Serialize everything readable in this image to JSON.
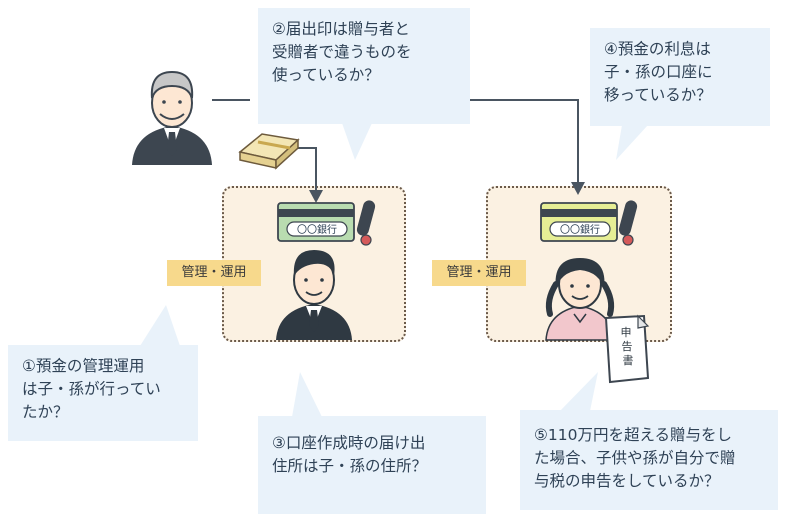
{
  "questions": {
    "q1": "①預金の管理運用\nは子・孫が行ってい\nたか？",
    "q2": "②届出印は贈与者と\n受贈者で違うものを\n使っているか？",
    "q3": "③口座作成時の届け出\n住所は子・孫の住所？",
    "q4": "④預金の利息は\n子・孫の口座に\n移っているか？",
    "q5": "⑤110万円を超える贈与をし\nた場合、子供や孫が自分で贈\n与税の申告をしているか？"
  },
  "tags": {
    "left": "管理・運用",
    "right": "管理・運用"
  },
  "bank_cards": {
    "left": "〇〇銀行",
    "right": "〇〇銀行"
  },
  "form": {
    "line1": "申",
    "line2": "告",
    "line3": "書"
  },
  "colors": {
    "bubble_bg": "#e9f2fa",
    "zone_bg": "#fbf1e2",
    "tag_bg": "#f7d98c",
    "card_left": "#b9dcb0",
    "card_right": "#e6ee95",
    "line": "#4a5561"
  }
}
